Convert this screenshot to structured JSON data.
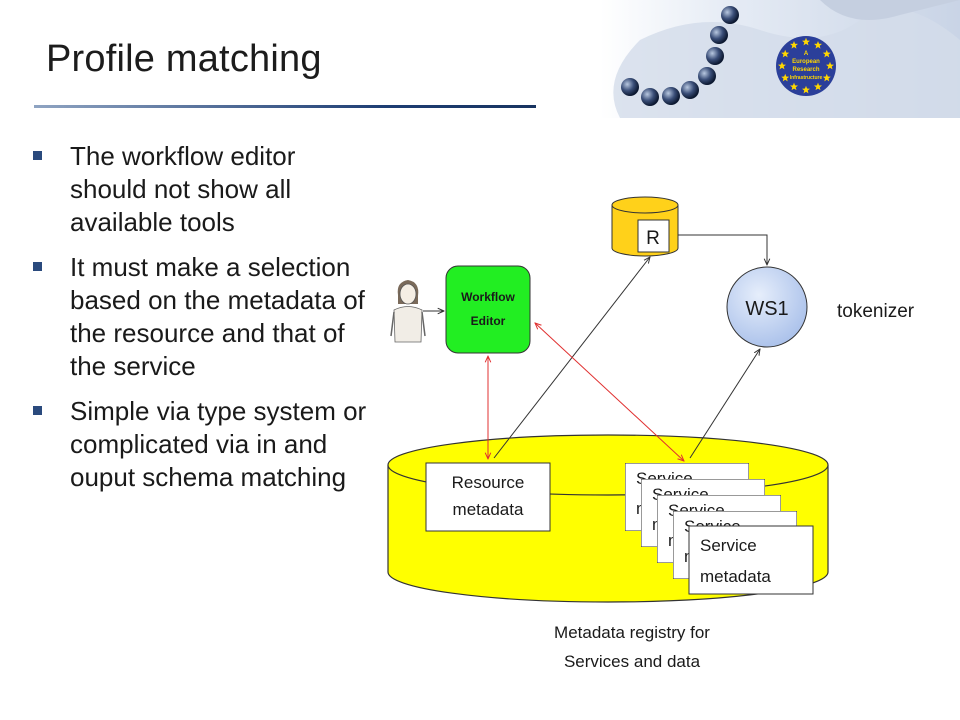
{
  "slide": {
    "title": "Profile matching",
    "bullets": [
      "The workflow editor should not show all available tools",
      "It must make a selection based on the metadata of the resource and that of the service",
      "Simple via type system or complicated via in and ouput schema matching"
    ]
  },
  "header_logo": {
    "lines": [
      "A",
      "European",
      "Research",
      "Infrastructure"
    ]
  },
  "diagram": {
    "resource_label": "R",
    "ws_label": "WS1",
    "tokenizer_label": "tokenizer",
    "workflow_editor": [
      "Workflow",
      "Editor"
    ],
    "resource_metadata": [
      "Resource",
      "metadata"
    ],
    "service_metadata": [
      "Service",
      "metadata"
    ],
    "registry_caption": [
      "Metadata registry for",
      "Services and data"
    ]
  },
  "colors": {
    "registry_fill": "#ffff00",
    "editor_fill": "#22ee22",
    "ws_fill": "#c8d8f4",
    "link_red": "#e03030",
    "accent_blue": "#1d3d73"
  }
}
